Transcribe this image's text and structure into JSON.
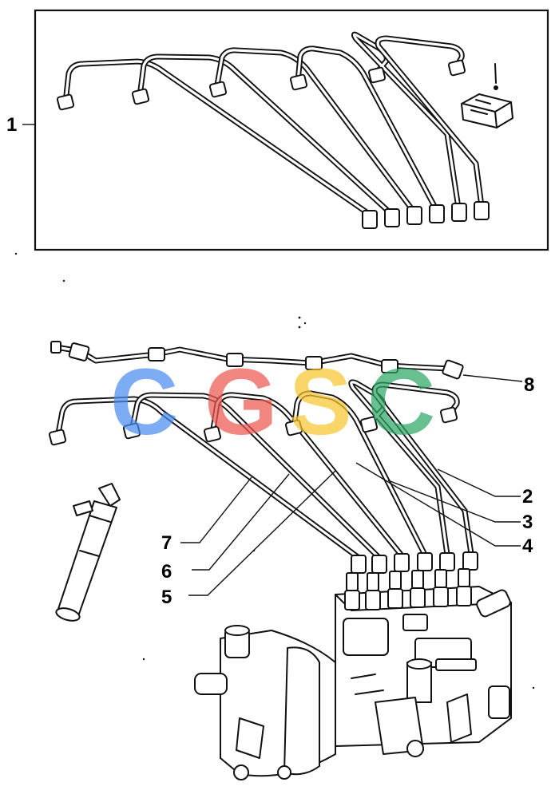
{
  "callouts": {
    "c1": "1",
    "c2": "2",
    "c3": "3",
    "c4": "4",
    "c5": "5",
    "c6": "6",
    "c7": "7",
    "c8": "8"
  },
  "watermark": {
    "letters": [
      "C",
      "G",
      "S",
      "C"
    ],
    "colors": [
      "#4a8df0",
      "#ee5a52",
      "#f7c531",
      "#2fa866"
    ]
  },
  "colors": {
    "ink": "#111111",
    "paper": "#ffffff"
  }
}
